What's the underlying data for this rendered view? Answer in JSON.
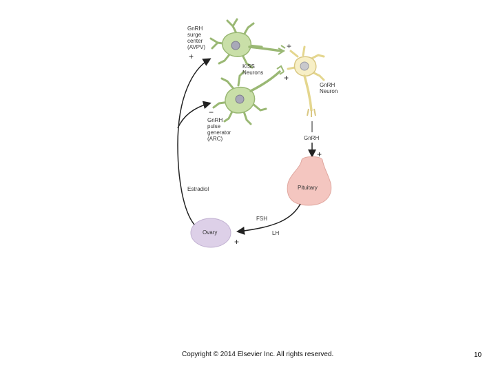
{
  "diagram": {
    "labels": {
      "surge_center": "GnRH\nsurge\ncenter\n(AVPV)",
      "kiss_neurons": "KiSS\nNeurons",
      "gnrh_neuron": "GnRH\nNeuron",
      "pulse_generator": "GnRH\npulse\ngenerator\n(ARC)",
      "gnrh": "GnRH",
      "pituitary": "Pituitary",
      "estradiol": "Estradiol",
      "fsh": "FSH",
      "lh": "LH",
      "ovary": "Ovary"
    },
    "signs": {
      "surge_center_plus": "+",
      "kiss_to_gnrh_upper_plus": "+",
      "kiss_to_gnrh_lower_plus": "+",
      "pulse_generator_minus": "−",
      "gnrh_to_pituitary_plus": "+",
      "ovary_plus": "+"
    },
    "colors": {
      "kiss_neuron_fill": "#c9dfa8",
      "gnrh_neuron_fill": "#f7efc6",
      "pituitary_fill": "#f4c6c0",
      "ovary_fill": "#ddd0e8",
      "arrow": "#222222"
    }
  },
  "footer": {
    "copyright": "Copyright © 2014 Elsevier Inc. All rights reserved.",
    "page_number": "10"
  }
}
